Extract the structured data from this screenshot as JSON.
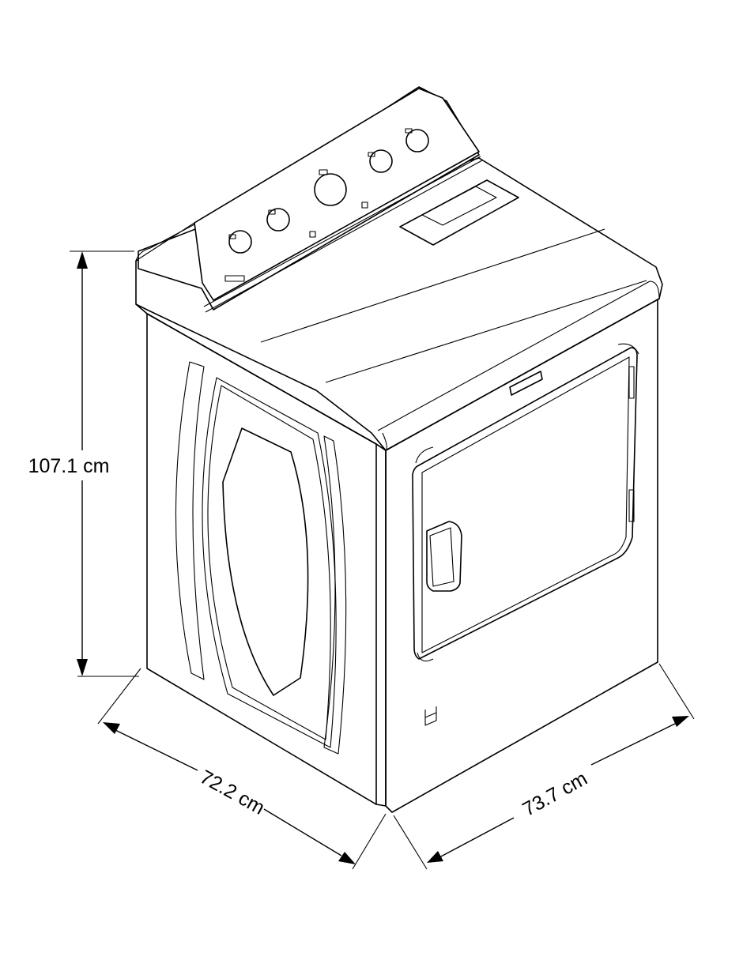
{
  "dimensions": {
    "height": "107.1 cm",
    "width": "72.2 cm",
    "depth": "73.7 cm"
  },
  "icons": {
    "appliance": "dryer-line-drawing-icon"
  }
}
